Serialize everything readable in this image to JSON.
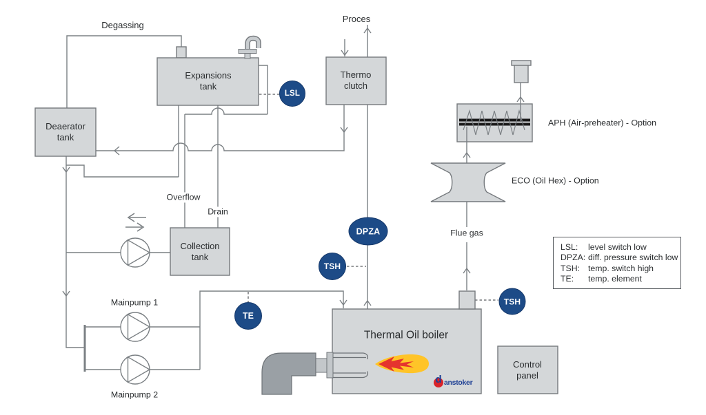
{
  "labels": {
    "degassing": "Degassing",
    "proces": "Proces",
    "overflow": "Overflow",
    "drain": "Drain",
    "flue_gas": "Flue gas",
    "mainpump1": "Mainpump 1",
    "mainpump2": "Mainpump 2",
    "aph_option": "APH (Air-preheater) - Option",
    "eco_option": "ECO (Oil Hex) - Option"
  },
  "equipment": {
    "deaerator_tank": "Deaerator\ntank",
    "expansion_tank": "Expansions\ntank",
    "thermo_clutch": "Thermo\nclutch",
    "collection_tank": "Collection\ntank",
    "thermal_oil_boiler": "Thermal Oil boiler",
    "control_panel": "Control\npanel"
  },
  "instruments": {
    "lsl": "LSL",
    "dpza": "DPZA",
    "tsh": "TSH",
    "te": "TE"
  },
  "legend": {
    "items": [
      {
        "abbr": "LSL:",
        "def": "level switch low"
      },
      {
        "abbr": "DPZA:",
        "def": "diff. pressure switch low"
      },
      {
        "abbr": "TSH:",
        "def": "temp. switch high"
      },
      {
        "abbr": "TE:",
        "def": "temp. element"
      }
    ]
  },
  "logo": {
    "d": "d",
    "rest": "anstoker"
  },
  "colors": {
    "navy": "#1d4b87",
    "box_fill": "#d4d7d9",
    "line": "#7b8084",
    "flame_yellow": "#ffc428",
    "flame_red": "#e5332e",
    "logo_red": "#d9232a",
    "logo_blue": "#1d3f94"
  }
}
